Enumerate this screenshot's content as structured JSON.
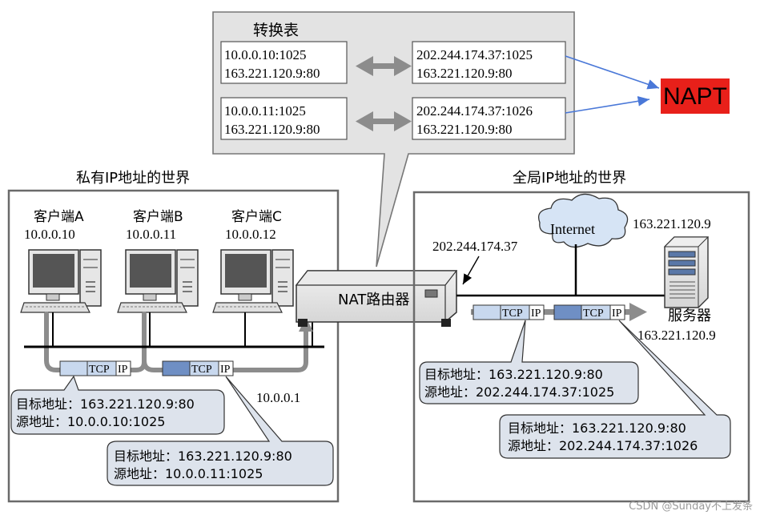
{
  "table": {
    "title": "转换表",
    "rows": [
      {
        "private_addr": "10.0.0.10:1025",
        "private_dest": "163.221.120.9:80",
        "public_addr": "202.244.174.37:1025",
        "public_dest": "163.221.120.9:80"
      },
      {
        "private_addr": "10.0.0.11:1025",
        "private_dest": "163.221.120.9:80",
        "public_addr": "202.244.174.37:1026",
        "public_dest": "163.221.120.9:80"
      }
    ]
  },
  "napt_label": "NAPT",
  "colors": {
    "napt_bg": "#e8201a",
    "callout_bg": "#dde3ec",
    "packet_fill": "#c8d8ee",
    "packet_dark": "#6f8fc4",
    "arrow_blue": "#4a78d8",
    "gray_arrow": "#8c8c8c"
  },
  "private_world": {
    "title": "私有IP地址的世界",
    "clients": [
      {
        "name": "客户端A",
        "ip": "10.0.0.10"
      },
      {
        "name": "客户端B",
        "ip": "10.0.0.11"
      },
      {
        "name": "客户端C",
        "ip": "10.0.0.12"
      }
    ],
    "gateway_ip": "10.0.0.1",
    "packets": [
      {
        "tcp": "TCP",
        "ip": "IP"
      },
      {
        "tcp": "TCP",
        "ip": "IP"
      }
    ],
    "callouts": [
      {
        "dest": "目标地址：163.221.120.9:80",
        "src": "源地址：10.0.0.10:1025"
      },
      {
        "dest": "目标地址：163.221.120.9:80",
        "src": "源地址：10.0.0.11:1025"
      }
    ]
  },
  "router": {
    "label": "NAT路由器",
    "public_ip": "202.244.174.37"
  },
  "global_world": {
    "title": "全局IP地址的世界",
    "internet": "Internet",
    "server_ip_top": "163.221.120.9",
    "server_label": "服务器",
    "server_ip_bottom": "163.221.120.9",
    "packets": [
      {
        "tcp": "TCP",
        "ip": "IP"
      },
      {
        "tcp": "TCP",
        "ip": "IP"
      }
    ],
    "callouts": [
      {
        "dest": "目标地址：163.221.120.9:80",
        "src": "源地址：202.244.174.37:1025"
      },
      {
        "dest": "目标地址：163.221.120.9:80",
        "src": "源地址：202.244.174.37:1026"
      }
    ]
  },
  "watermark": "CSDN @Sunday不上发条"
}
